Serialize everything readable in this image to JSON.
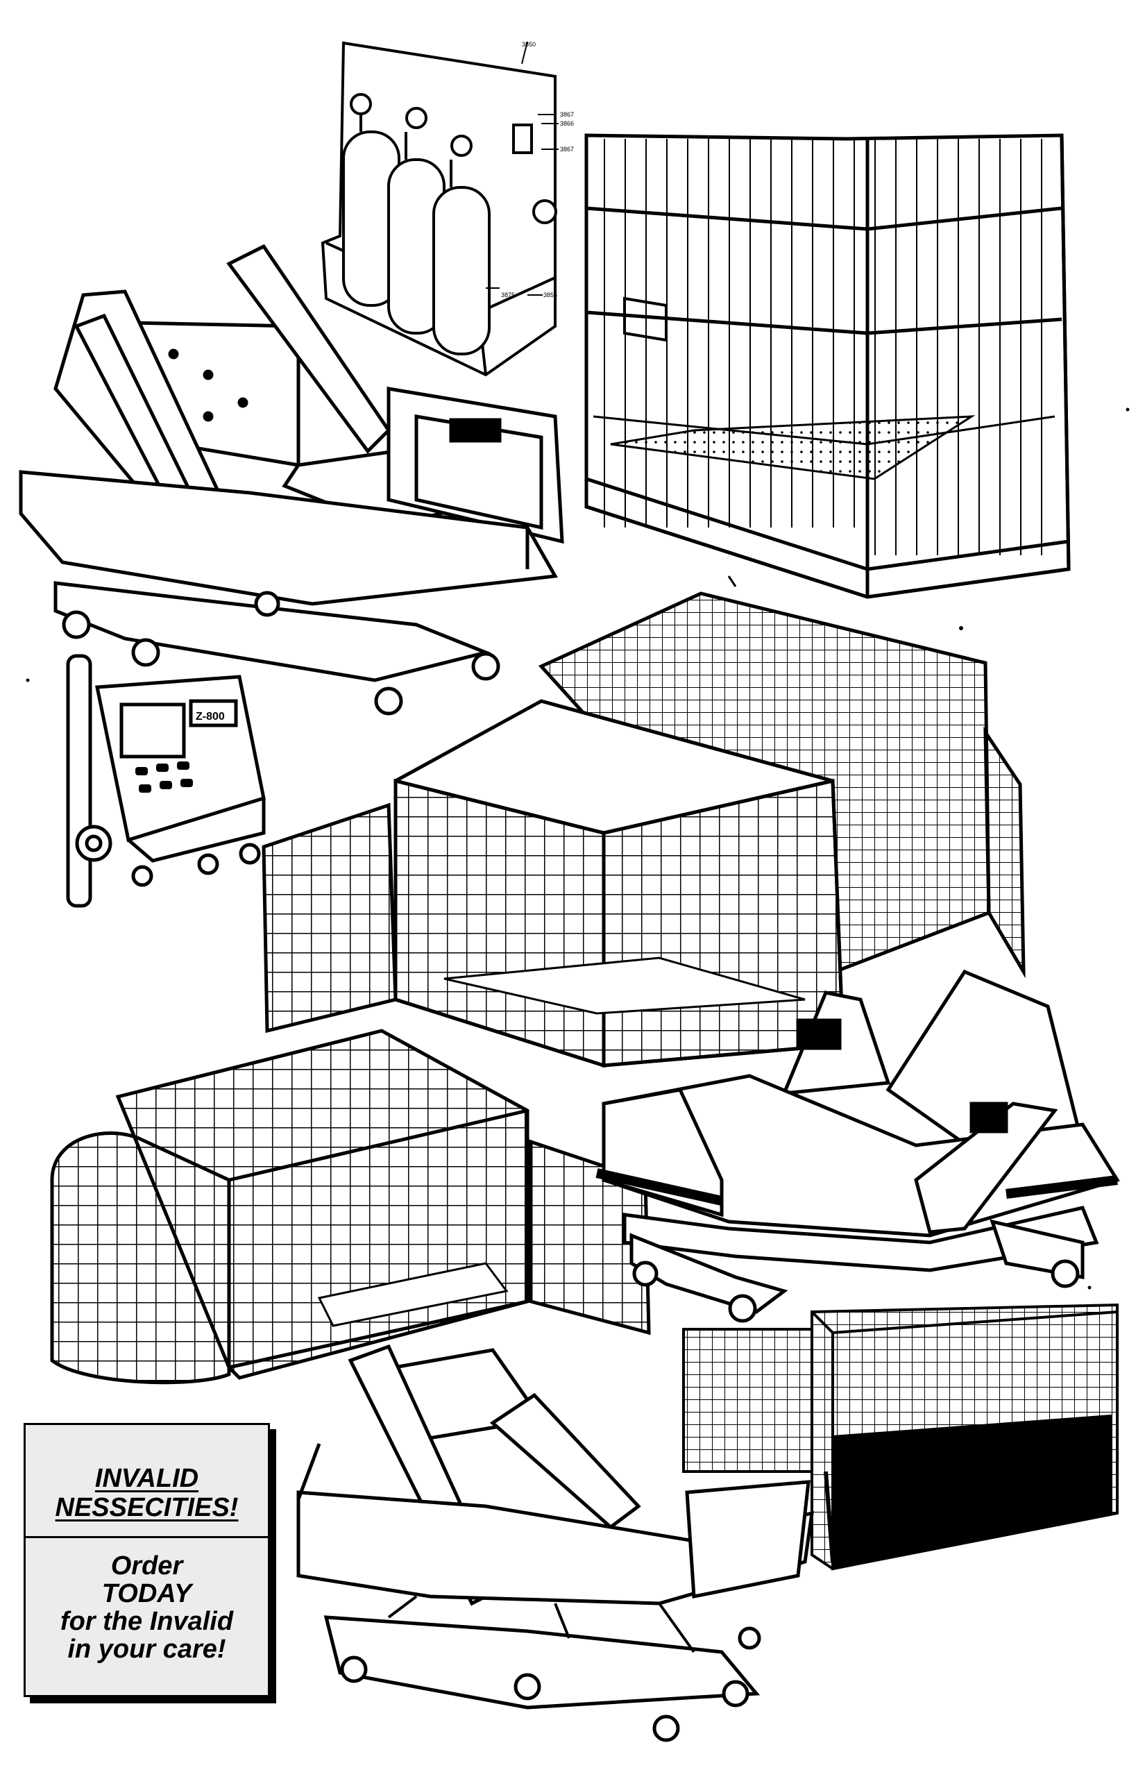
{
  "advert": {
    "headline": "INVALID\nNESSECITIES!",
    "body": "Order\nTODAY\nfor the Invalid\nin your care!"
  },
  "illustrations": {
    "oxygen_cart_labels": [
      "3850",
      "3867",
      "3866",
      "3867",
      "3875",
      "3855"
    ],
    "pump_brand": "Z-800"
  },
  "icons": [
    "oxygen-cart-icon",
    "hospital-bed-icon",
    "tall-cage-icon",
    "infusion-pump-icon",
    "wire-crate-icon",
    "playpen-crate-icon",
    "padded-bed-icon",
    "small-crate-icon",
    "adjustable-bed-icon"
  ],
  "colors": {
    "ink": "#000000",
    "paper": "#ffffff",
    "panel": "#ececec"
  }
}
